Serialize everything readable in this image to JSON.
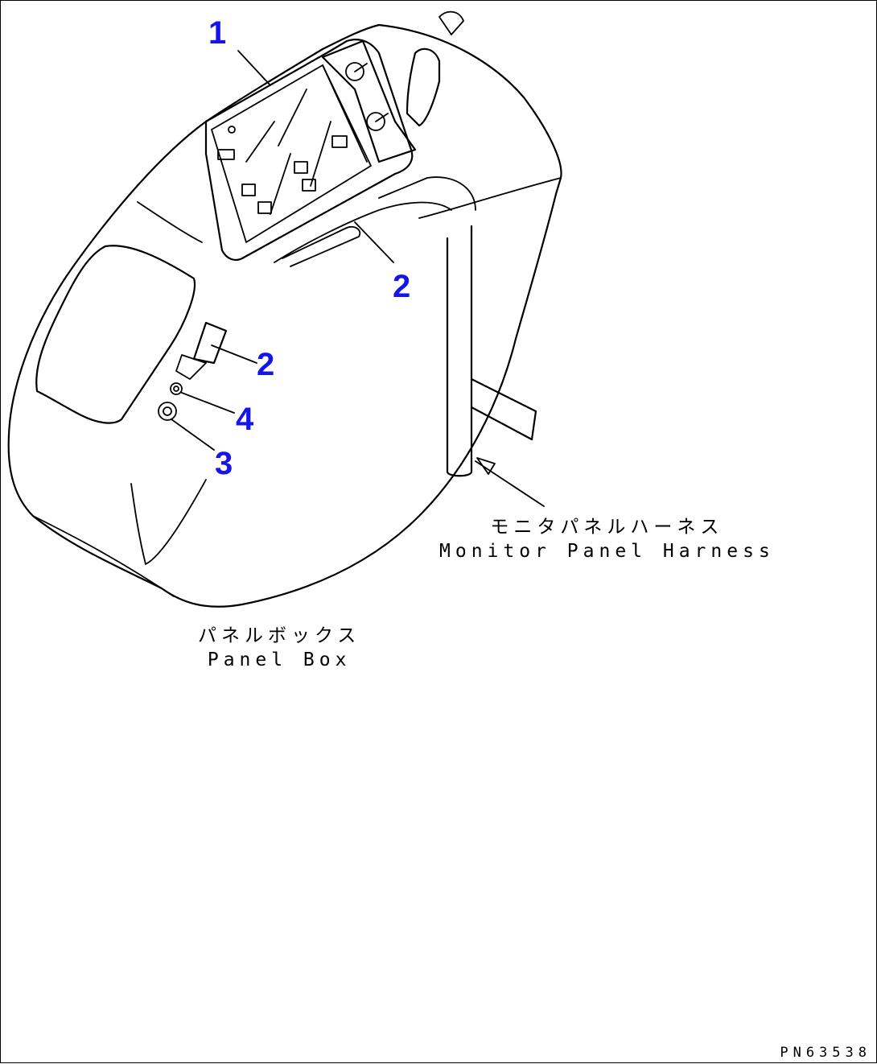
{
  "callouts": {
    "c1": "1",
    "c2_top": "2",
    "c2_mid": "2",
    "c4": "4",
    "c3": "3"
  },
  "labels": {
    "harness_jp": "モニタパネルハーネス",
    "harness_en": "Monitor Panel Harness",
    "box_jp": "パネルボックス",
    "box_en": "Panel Box"
  },
  "drawing_number": "PN63538"
}
